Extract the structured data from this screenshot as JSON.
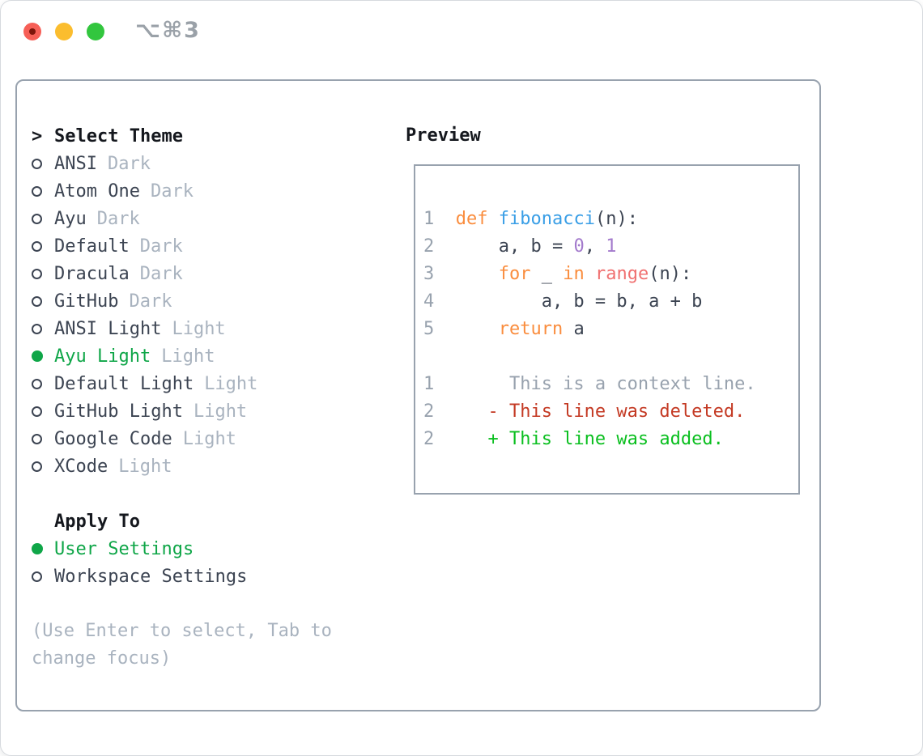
{
  "window": {
    "title": "⌥⌘3"
  },
  "theme_panel": {
    "header": {
      "marker": ">",
      "label": "Select Theme"
    },
    "themes": [
      {
        "name": "ANSI",
        "tag": "Dark",
        "selected": false
      },
      {
        "name": "Atom One",
        "tag": "Dark",
        "selected": false
      },
      {
        "name": "Ayu",
        "tag": "Dark",
        "selected": false
      },
      {
        "name": "Default",
        "tag": "Dark",
        "selected": false
      },
      {
        "name": "Dracula",
        "tag": "Dark",
        "selected": false
      },
      {
        "name": "GitHub",
        "tag": "Dark",
        "selected": false
      },
      {
        "name": "ANSI Light",
        "tag": "Light",
        "selected": false
      },
      {
        "name": "Ayu Light",
        "tag": "Light",
        "selected": true
      },
      {
        "name": "Default Light",
        "tag": "Light",
        "selected": false
      },
      {
        "name": "GitHub Light",
        "tag": "Light",
        "selected": false
      },
      {
        "name": "Google Code",
        "tag": "Light",
        "selected": false
      },
      {
        "name": "XCode",
        "tag": "Light",
        "selected": false
      }
    ],
    "apply_to": {
      "label": "Apply To",
      "options": [
        {
          "name": "User Settings",
          "selected": true
        },
        {
          "name": "Workspace Settings",
          "selected": false
        }
      ]
    },
    "help_lines": [
      "(Use Enter to select, Tab to",
      "change focus)"
    ]
  },
  "preview": {
    "label": "Preview",
    "code_lines": [
      {
        "num": "1",
        "tokens": [
          {
            "t": "def",
            "c": "kw"
          },
          {
            "t": " ",
            "c": "txt"
          },
          {
            "t": "fibonacci",
            "c": "fn"
          },
          {
            "t": "(n):",
            "c": "txt"
          }
        ]
      },
      {
        "num": "2",
        "tokens": [
          {
            "t": "    a, b = ",
            "c": "txt"
          },
          {
            "t": "0",
            "c": "num"
          },
          {
            "t": ", ",
            "c": "txt"
          },
          {
            "t": "1",
            "c": "num"
          }
        ]
      },
      {
        "num": "3",
        "tokens": [
          {
            "t": "    ",
            "c": "txt"
          },
          {
            "t": "for",
            "c": "kw"
          },
          {
            "t": " _ ",
            "c": "txt"
          },
          {
            "t": "in",
            "c": "kw"
          },
          {
            "t": " ",
            "c": "txt"
          },
          {
            "t": "range",
            "c": "coral"
          },
          {
            "t": "(n):",
            "c": "txt"
          }
        ]
      },
      {
        "num": "4",
        "tokens": [
          {
            "t": "        a, b = b, a + b",
            "c": "txt"
          }
        ]
      },
      {
        "num": "5",
        "tokens": [
          {
            "t": "    ",
            "c": "txt"
          },
          {
            "t": "return",
            "c": "kw"
          },
          {
            "t": " a",
            "c": "txt"
          }
        ]
      }
    ],
    "diff_lines": [
      {
        "num": "1",
        "text": "     This is a context line.",
        "kind": "ctx"
      },
      {
        "num": "2",
        "text": "   - This line was deleted.",
        "kind": "del"
      },
      {
        "num": "2",
        "text": "   + This line was added.",
        "kind": "add"
      }
    ]
  },
  "colors": {
    "accent_green": "#0fa648",
    "keyword_orange": "#fa8d3e",
    "function_blue": "#399ee6",
    "number_purple": "#a37acc",
    "coral_red": "#f07171",
    "deleted_red": "#c43a24",
    "added_green": "#0abf1f",
    "muted_gray": "#a9b3bf",
    "line_number_gray": "#98a2ae",
    "text_dark": "#3c4452",
    "border_gray": "#98a2ae",
    "traffic_red": "#f65f57",
    "traffic_yellow": "#fbbd2e",
    "traffic_green": "#32c63e"
  }
}
